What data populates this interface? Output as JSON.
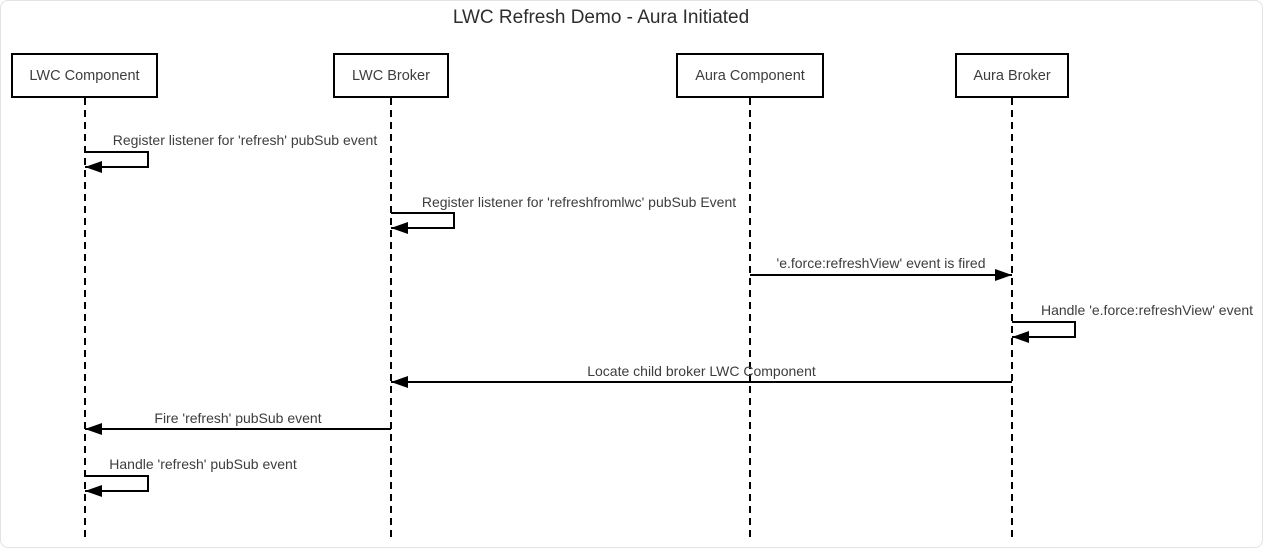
{
  "diagram_type": "sequence",
  "title": "LWC Refresh Demo - Aura Initiated",
  "actors": [
    {
      "label": "LWC Component"
    },
    {
      "label": "LWC Broker"
    },
    {
      "label": "Aura Component"
    },
    {
      "label": "Aura Broker"
    }
  ],
  "messages": [
    {
      "label": "Register listener for 'refresh' pubSub event",
      "type": "self",
      "from": "LWC Component",
      "to": "LWC Component"
    },
    {
      "label": "Register listener for 'refreshfromlwc' pubSub Event",
      "type": "self",
      "from": "LWC Broker",
      "to": "LWC Broker"
    },
    {
      "label": "'e.force:refreshView' event is fired",
      "type": "solid-arrow",
      "from": "Aura Component",
      "to": "Aura Broker"
    },
    {
      "label": "Handle 'e.force:refreshView' event",
      "type": "self",
      "from": "Aura Broker",
      "to": "Aura Broker"
    },
    {
      "label": "Locate child broker LWC Component",
      "type": "solid-arrow",
      "from": "Aura Broker",
      "to": "LWC Broker"
    },
    {
      "label": "Fire 'refresh' pubSub event",
      "type": "solid-arrow",
      "from": "LWC Broker",
      "to": "LWC Component"
    },
    {
      "label": "Handle 'refresh' pubSub event",
      "type": "self",
      "from": "LWC Component",
      "to": "LWC Component"
    }
  ],
  "colors": {
    "line": "#000000",
    "text": "#3d3d3d",
    "background": "#ffffff"
  }
}
